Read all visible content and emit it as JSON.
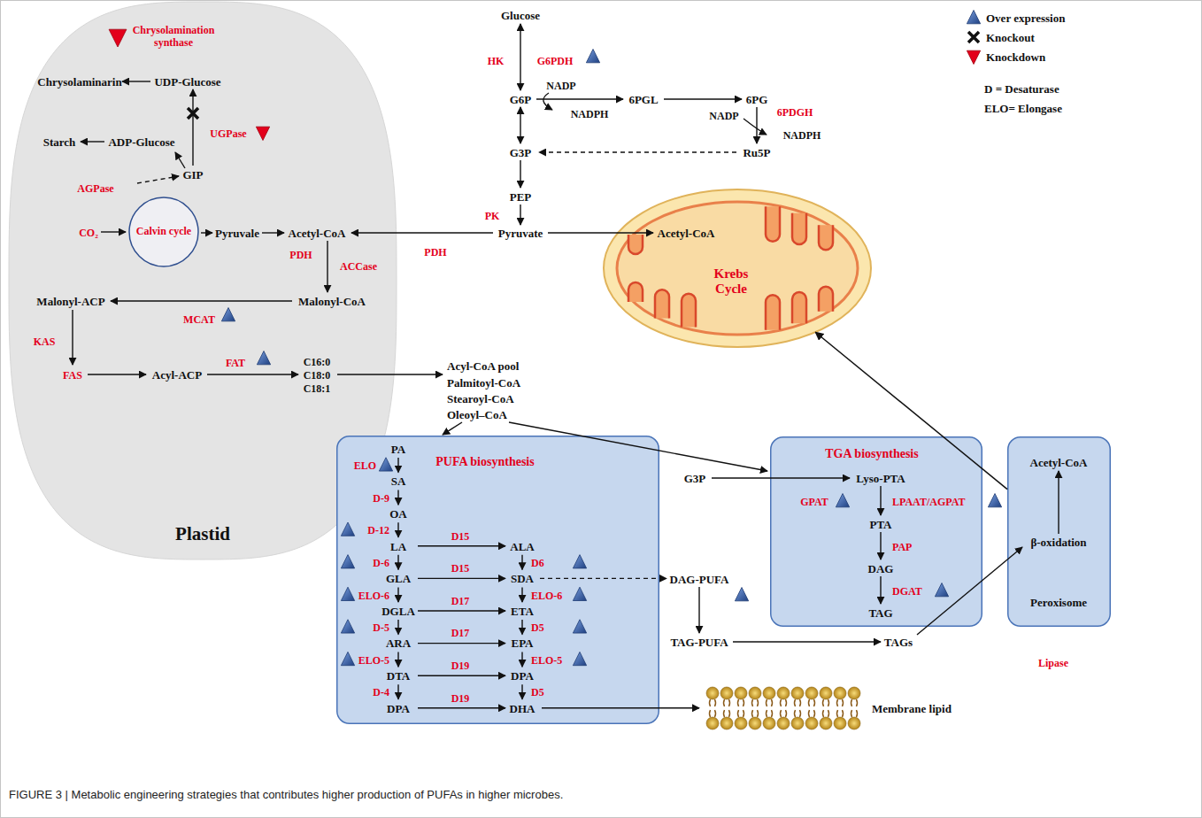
{
  "diagram": {
    "caption": "FIGURE 3 | Metabolic engineering strategies that contributes higher production of PUFAs in higher microbes.",
    "nodes": [
      {
        "text": [
          "Plastid",
          "Chrysolamination synthase",
          "Chrysolaminarin",
          "UDP-Glucose",
          "Starch",
          "ADP-Glucose",
          "UGPase",
          "GIP",
          "AGPase",
          "CO₂",
          "Pyruvale",
          "Acetyl-CoA",
          "PDH",
          "ACCase",
          "Malonyl-CoA",
          "Malonyl-ACP",
          "MCAT",
          "KAS",
          "FAS",
          "Acyl-ACP",
          "FAT",
          "C16:0",
          "C18:0",
          "C18:1"
        ]
      },
      {
        "text": [
          "Calvin cycle"
        ],
        "in": 0
      },
      {
        "text": [
          "Krebs Cycle"
        ]
      },
      {
        "text": [
          "PUFA biosynthesis",
          "PA",
          "ELO",
          "SA",
          "D-9",
          "OA",
          "D-12",
          "LA",
          "D15",
          "ALA",
          "D-6",
          "D6",
          "GLA",
          "D15",
          "SDA",
          "ELO-6",
          "ELO-6",
          "DGLA",
          "D17",
          "ETA",
          "D-5",
          "D5",
          "ARA",
          "D17",
          "EPA",
          "ELO-5",
          "ELO-5",
          "DTA",
          "D19",
          "DPA",
          "D-4",
          "D5",
          "DPA",
          "D19",
          "DHA"
        ]
      },
      {
        "text": [
          "TGA biosynthesis",
          "Lyso-PTA",
          "GPAT",
          "LPAAT/AGPAT",
          "PTA",
          "PAP",
          "DAG",
          "DGAT",
          "TAG"
        ]
      },
      {
        "text": [
          "Acetyl-CoA",
          "β-oxidation",
          "Peroxisome"
        ]
      }
    ],
    "edges": [
      {
        "from": 5,
        "to": 2,
        "arrow": "to"
      }
    ],
    "labels": [
      "Glucose",
      "HK",
      "G6PDH",
      "NADP",
      "G6P",
      "NADPH",
      "6PGL",
      "NADP",
      "6PG",
      "6PDGH",
      "NADPH",
      "G3P",
      "Ru5P",
      "PEP",
      "PK",
      "Pyruvate",
      "Acetyl-CoA",
      "PDH",
      "Acyl-CoA pool",
      "Palmitoyl-CoA",
      "Stearoyl-CoA",
      "Oleoyl–CoA",
      "G3P",
      "DAG-PUFA",
      "TAG-PUFA",
      "TAGs",
      "Lipase",
      "Membrane lipid",
      "D = Desaturase",
      "ELO= Elongase"
    ],
    "legend": [
      {
        "text": "Over expression"
      },
      {
        "text": "Knockout"
      },
      {
        "text": "Knockdown"
      }
    ]
  }
}
